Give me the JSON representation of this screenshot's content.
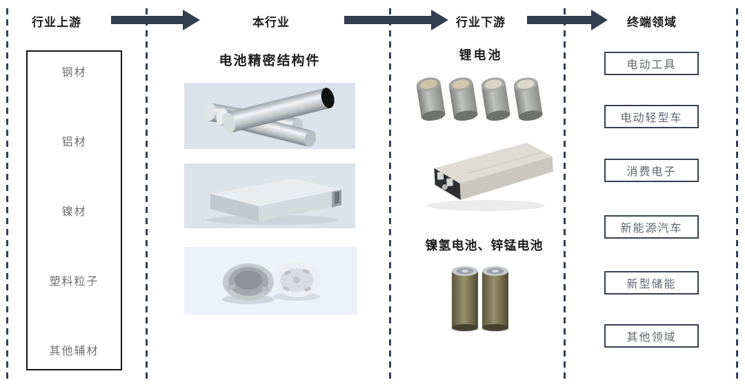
{
  "diagram": {
    "stages": [
      {
        "header": "行业上游"
      },
      {
        "header": "本行业"
      },
      {
        "header": "行业下游"
      },
      {
        "header": "终端领域"
      }
    ],
    "upstream": {
      "items": [
        "钢材",
        "铝材",
        "镍材",
        "塑料粒子",
        "其他辅材"
      ]
    },
    "industry": {
      "title": "电池精密结构件",
      "images": [
        "steel-shell-cylinders-photo",
        "aluminum-prismatic-case-photo",
        "battery-cover-plates-photo"
      ]
    },
    "downstream": {
      "groups": [
        {
          "title": "锂电池",
          "images": [
            "cylindrical-lithium-batteries-photo",
            "prismatic-lithium-cell-photo"
          ]
        },
        {
          "title": "镍氢电池、锌锰电池",
          "images": [
            "nimh-zinc-manganese-batteries-photo"
          ]
        }
      ]
    },
    "terminal": {
      "items": [
        "电动工具",
        "电动轻型车",
        "消费电子",
        "新能源汽车",
        "新型储能",
        "其他领域"
      ]
    },
    "colors": {
      "accent_dark": "#333f50",
      "upstream_box_border": "#141414",
      "terminal_box_border": "#36404f",
      "muted_text": "#6f6f6f",
      "header_text": "#1c1c1c",
      "photo_background": "#dbe2eb",
      "photo_background_light": "#edf1f9"
    }
  }
}
